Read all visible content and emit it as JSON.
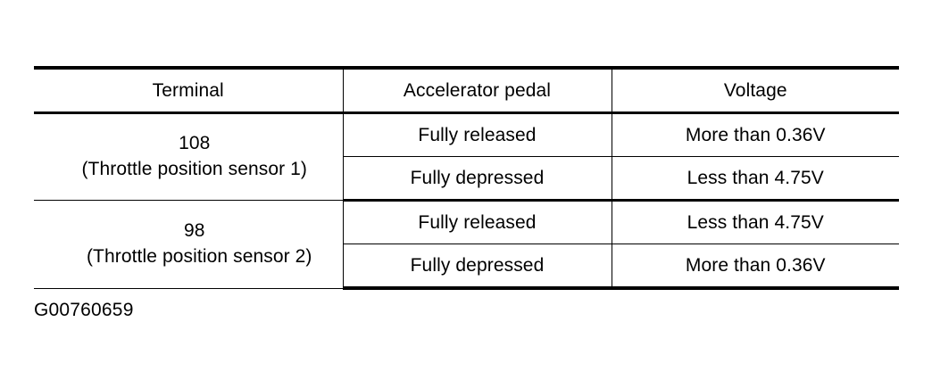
{
  "document": {
    "caption": "G00760659"
  },
  "table": {
    "headers": [
      "Terminal",
      "Accelerator pedal",
      "Voltage"
    ],
    "groups": [
      {
        "terminal_number": "108",
        "terminal_description": "(Throttle position sensor 1)",
        "rows": [
          {
            "pedal": "Fully released",
            "voltage": "More than 0.36V"
          },
          {
            "pedal": "Fully depressed",
            "voltage": "Less than 4.75V"
          }
        ]
      },
      {
        "terminal_number": "98",
        "terminal_description": "(Throttle position sensor 2)",
        "rows": [
          {
            "pedal": "Fully released",
            "voltage": "Less than 4.75V"
          },
          {
            "pedal": "Fully depressed",
            "voltage": "More than 0.36V"
          }
        ]
      }
    ]
  },
  "colors": {
    "background": "#ffffff",
    "foreground": "#000000",
    "rule": "#000000"
  }
}
